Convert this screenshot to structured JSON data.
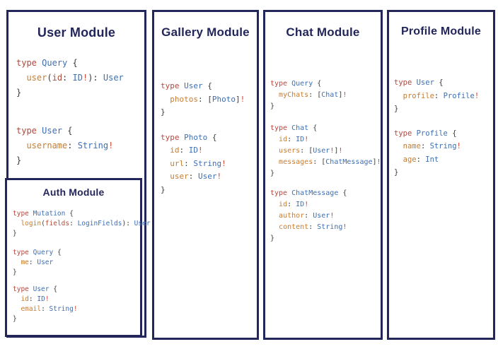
{
  "colors": {
    "panel_border": "#22265b",
    "title_text": "#22265b",
    "keyword": "#b5463f",
    "typename": "#3d6fb4",
    "field": "#c77c2e",
    "argument": "#b04e3c",
    "bang": "#d04532",
    "punctuation": "#3d3d3d",
    "background": "#ffffff"
  },
  "token_legend": {
    "k": "keyword",
    "t": "type-name",
    "f": "field-name",
    "a": "argument-name",
    "b": "non-null-bang",
    "p": "punctuation"
  },
  "panels": [
    {
      "id": "user-module",
      "title": "User Module",
      "blocks": [
        {
          "lines": [
            [
              [
                "k",
                "type "
              ],
              [
                "t",
                "Query"
              ],
              [
                "p",
                " {"
              ]
            ],
            [
              [
                "p",
                "  "
              ],
              [
                "f",
                "user"
              ],
              [
                "p",
                "("
              ],
              [
                "a",
                "id"
              ],
              [
                "p",
                ": "
              ],
              [
                "t",
                "ID"
              ],
              [
                "b",
                "!"
              ],
              [
                "p",
                "): "
              ],
              [
                "t",
                "User"
              ]
            ],
            [
              [
                "p",
                "}"
              ]
            ]
          ]
        },
        {
          "lines": [
            [
              [
                "k",
                "type "
              ],
              [
                "t",
                "User"
              ],
              [
                "p",
                " {"
              ]
            ],
            [
              [
                "p",
                "  "
              ],
              [
                "f",
                "username"
              ],
              [
                "p",
                ": "
              ],
              [
                "t",
                "String"
              ],
              [
                "b",
                "!"
              ]
            ],
            [
              [
                "p",
                "}"
              ]
            ]
          ]
        }
      ],
      "nested": {
        "id": "auth-module",
        "title": "Auth Module",
        "blocks": [
          {
            "lines": [
              [
                [
                  "k",
                  "type "
                ],
                [
                  "t",
                  "Mutation"
                ],
                [
                  "p",
                  " {"
                ]
              ],
              [
                [
                  "p",
                  "  "
                ],
                [
                  "f",
                  "login"
                ],
                [
                  "p",
                  "("
                ],
                [
                  "a",
                  "fields"
                ],
                [
                  "p",
                  ": "
                ],
                [
                  "t",
                  "LoginFields"
                ],
                [
                  "p",
                  "): "
                ],
                [
                  "t",
                  "User"
                ]
              ],
              [
                [
                  "p",
                  "}"
                ]
              ]
            ]
          },
          {
            "lines": [
              [
                [
                  "k",
                  "type "
                ],
                [
                  "t",
                  "Query"
                ],
                [
                  "p",
                  " {"
                ]
              ],
              [
                [
                  "p",
                  "  "
                ],
                [
                  "f",
                  "me"
                ],
                [
                  "p",
                  ": "
                ],
                [
                  "t",
                  "User"
                ]
              ],
              [
                [
                  "p",
                  "}"
                ]
              ]
            ]
          },
          {
            "lines": [
              [
                [
                  "k",
                  "type "
                ],
                [
                  "t",
                  "User"
                ],
                [
                  "p",
                  " {"
                ]
              ],
              [
                [
                  "p",
                  "  "
                ],
                [
                  "f",
                  "id"
                ],
                [
                  "p",
                  ": "
                ],
                [
                  "t",
                  "ID"
                ],
                [
                  "b",
                  "!"
                ]
              ],
              [
                [
                  "p",
                  "  "
                ],
                [
                  "f",
                  "email"
                ],
                [
                  "p",
                  ": "
                ],
                [
                  "t",
                  "String"
                ],
                [
                  "b",
                  "!"
                ]
              ],
              [
                [
                  "p",
                  "}"
                ]
              ]
            ]
          }
        ]
      }
    },
    {
      "id": "gallery-module",
      "title": "Gallery Module",
      "blocks": [
        {
          "lines": [
            [
              [
                "k",
                "type "
              ],
              [
                "t",
                "User"
              ],
              [
                "p",
                " {"
              ]
            ],
            [
              [
                "p",
                "  "
              ],
              [
                "f",
                "photos"
              ],
              [
                "p",
                ": ["
              ],
              [
                "t",
                "Photo"
              ],
              [
                "p",
                "]"
              ],
              [
                "b",
                "!"
              ]
            ],
            [
              [
                "p",
                "}"
              ]
            ]
          ]
        },
        {
          "lines": [
            [
              [
                "k",
                "type "
              ],
              [
                "t",
                "Photo"
              ],
              [
                "p",
                " {"
              ]
            ],
            [
              [
                "p",
                "  "
              ],
              [
                "f",
                "id"
              ],
              [
                "p",
                ": "
              ],
              [
                "t",
                "ID"
              ],
              [
                "b",
                "!"
              ]
            ],
            [
              [
                "p",
                "  "
              ],
              [
                "f",
                "url"
              ],
              [
                "p",
                ": "
              ],
              [
                "t",
                "String"
              ],
              [
                "b",
                "!"
              ]
            ],
            [
              [
                "p",
                "  "
              ],
              [
                "f",
                "user"
              ],
              [
                "p",
                ": "
              ],
              [
                "t",
                "User"
              ],
              [
                "b",
                "!"
              ]
            ],
            [
              [
                "p",
                "}"
              ]
            ]
          ]
        }
      ]
    },
    {
      "id": "chat-module",
      "title": "Chat Module",
      "blocks": [
        {
          "lines": [
            [
              [
                "k",
                "type "
              ],
              [
                "t",
                "Query"
              ],
              [
                "p",
                " {"
              ]
            ],
            [
              [
                "p",
                "  "
              ],
              [
                "f",
                "myChats"
              ],
              [
                "p",
                ": ["
              ],
              [
                "t",
                "Chat"
              ],
              [
                "p",
                "]"
              ],
              [
                "b",
                "!"
              ]
            ],
            [
              [
                "p",
                "}"
              ]
            ]
          ]
        },
        {
          "lines": [
            [
              [
                "k",
                "type "
              ],
              [
                "t",
                "Chat"
              ],
              [
                "p",
                " {"
              ]
            ],
            [
              [
                "p",
                "  "
              ],
              [
                "f",
                "id"
              ],
              [
                "p",
                ": "
              ],
              [
                "t",
                "ID"
              ],
              [
                "b",
                "!"
              ]
            ],
            [
              [
                "p",
                "  "
              ],
              [
                "f",
                "users"
              ],
              [
                "p",
                ": ["
              ],
              [
                "t",
                "User"
              ],
              [
                "b",
                "!"
              ],
              [
                "p",
                "]"
              ],
              [
                "b",
                "!"
              ]
            ],
            [
              [
                "p",
                "  "
              ],
              [
                "f",
                "messages"
              ],
              [
                "p",
                ": ["
              ],
              [
                "t",
                "ChatMessage"
              ],
              [
                "p",
                "]"
              ],
              [
                "b",
                "!"
              ]
            ],
            [
              [
                "p",
                "}"
              ]
            ]
          ]
        },
        {
          "lines": [
            [
              [
                "k",
                "type "
              ],
              [
                "t",
                "ChatMessage"
              ],
              [
                "p",
                " {"
              ]
            ],
            [
              [
                "p",
                "  "
              ],
              [
                "f",
                "id"
              ],
              [
                "p",
                ": "
              ],
              [
                "t",
                "ID"
              ],
              [
                "b",
                "!"
              ]
            ],
            [
              [
                "p",
                "  "
              ],
              [
                "f",
                "author"
              ],
              [
                "p",
                ": "
              ],
              [
                "t",
                "User"
              ],
              [
                "b",
                "!"
              ]
            ],
            [
              [
                "p",
                "  "
              ],
              [
                "f",
                "content"
              ],
              [
                "p",
                ": "
              ],
              [
                "t",
                "String"
              ],
              [
                "b",
                "!"
              ]
            ],
            [
              [
                "p",
                "}"
              ]
            ]
          ]
        }
      ]
    },
    {
      "id": "profile-module",
      "title": "Profile Module",
      "blocks": [
        {
          "lines": [
            [
              [
                "k",
                "type "
              ],
              [
                "t",
                "User"
              ],
              [
                "p",
                " {"
              ]
            ],
            [
              [
                "p",
                "  "
              ],
              [
                "f",
                "profile"
              ],
              [
                "p",
                ": "
              ],
              [
                "t",
                "Profile"
              ],
              [
                "b",
                "!"
              ]
            ],
            [
              [
                "p",
                "}"
              ]
            ]
          ]
        },
        {
          "lines": [
            [
              [
                "k",
                "type "
              ],
              [
                "t",
                "Profile"
              ],
              [
                "p",
                " {"
              ]
            ],
            [
              [
                "p",
                "  "
              ],
              [
                "f",
                "name"
              ],
              [
                "p",
                ": "
              ],
              [
                "t",
                "String"
              ],
              [
                "b",
                "!"
              ]
            ],
            [
              [
                "p",
                "  "
              ],
              [
                "f",
                "age"
              ],
              [
                "p",
                ": "
              ],
              [
                "t",
                "Int"
              ]
            ],
            [
              [
                "p",
                "}"
              ]
            ]
          ]
        }
      ]
    }
  ]
}
